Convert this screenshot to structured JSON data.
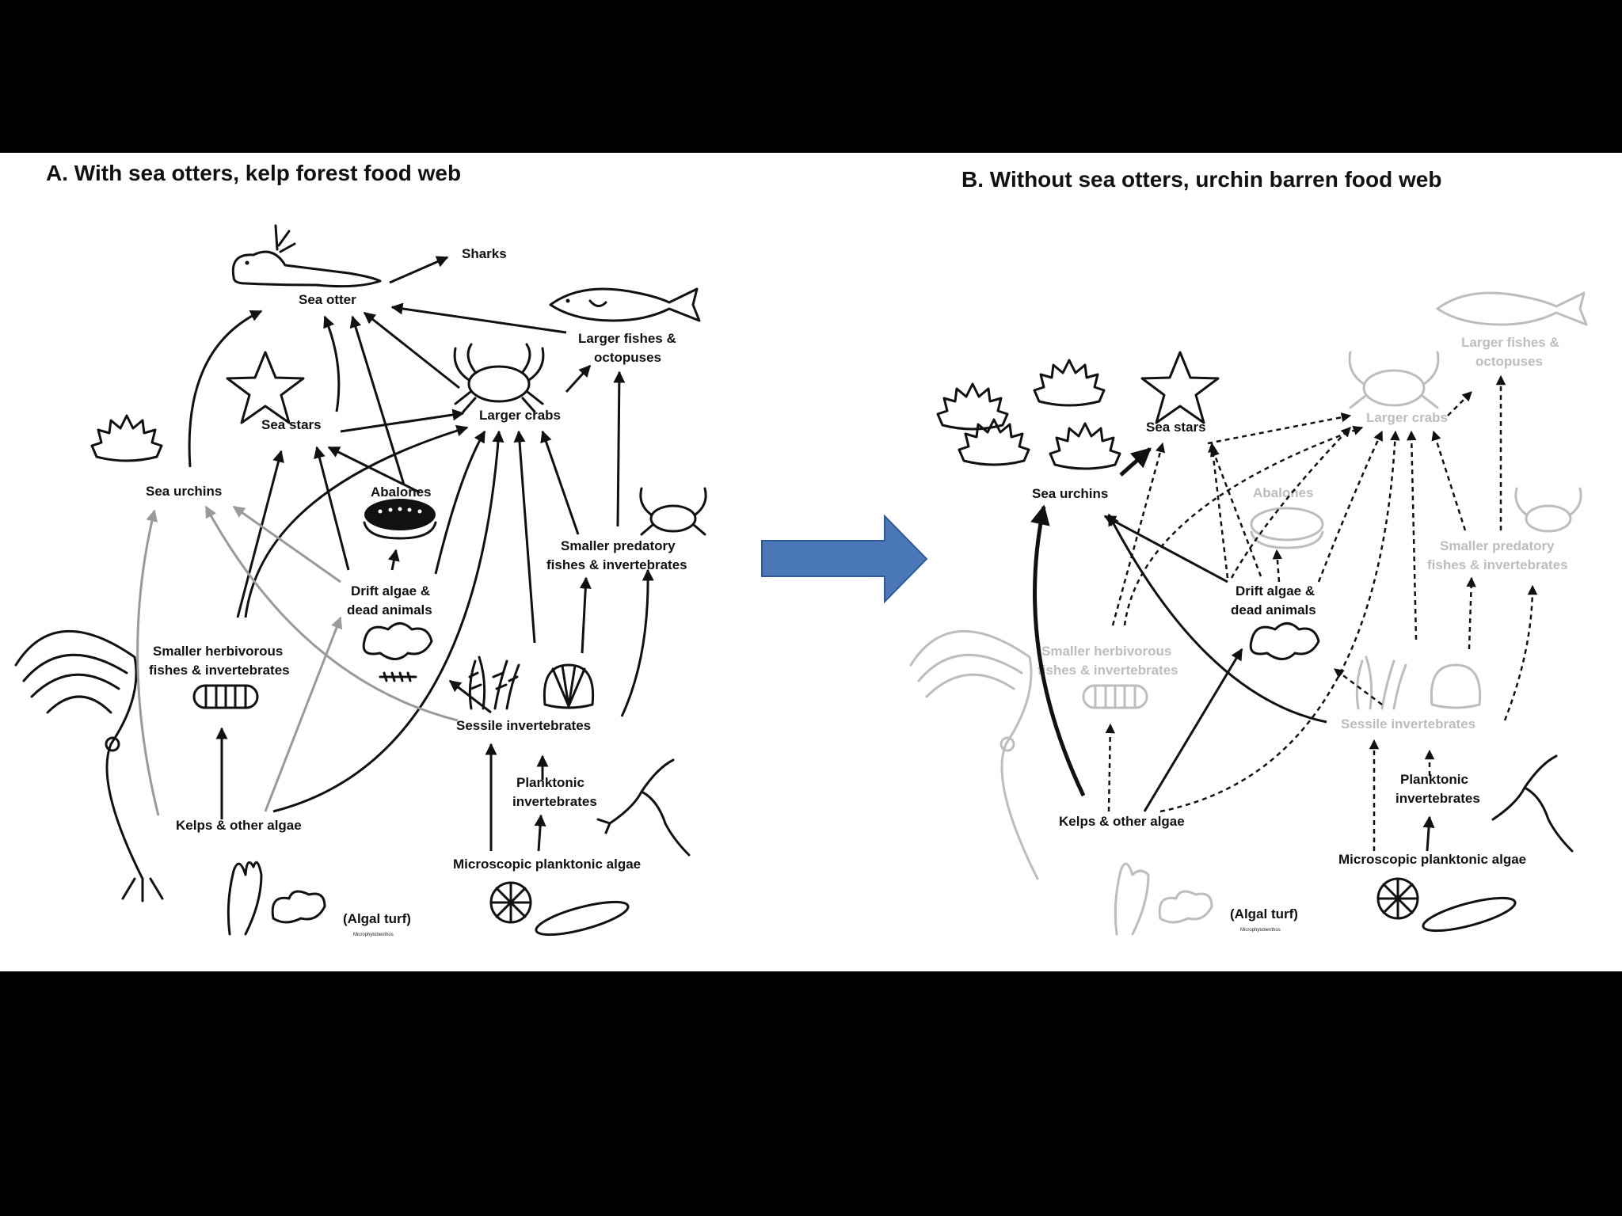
{
  "colors": {
    "background": "#000000",
    "panel": "#ffffff",
    "ink": "#111111",
    "faded": "#bdbdbd",
    "grey_arrow": "#9a9a9a",
    "transition_arrow": "#4a78b8"
  },
  "panel_a": {
    "title": "A.  With sea otters, kelp forest food web",
    "nodes": {
      "sharks": "Sharks",
      "sea_otter": "Sea otter",
      "larger_fishes_1": "Larger fishes &",
      "larger_fishes_2": "octopuses",
      "sea_stars": "Sea stars",
      "larger_crabs": "Larger crabs",
      "sea_urchins": "Sea urchins",
      "abalones": "Abalones",
      "smaller_predatory_1": "Smaller predatory",
      "smaller_predatory_2": "fishes & invertebrates",
      "drift_algae_1": "Drift algae &",
      "drift_algae_2": "dead animals",
      "smaller_herbivorous_1": "Smaller herbivorous",
      "smaller_herbivorous_2": "fishes & invertebrates",
      "sessile": "Sessile invertebrates",
      "planktonic_1": "Planktonic",
      "planktonic_2": "invertebrates",
      "kelps": "Kelps & other algae",
      "micro_algae": "Microscopic planktonic algae",
      "algal_turf": "(Algal turf)",
      "algal_turf_sub": "Microphytobenthos"
    }
  },
  "panel_b": {
    "title": "B.  Without sea otters, urchin barren food web",
    "nodes": {
      "larger_fishes_1": "Larger fishes &",
      "larger_fishes_2": "octopuses",
      "sea_stars": "Sea stars",
      "larger_crabs": "Larger crabs",
      "sea_urchins": "Sea urchins",
      "abalones": "Abalones",
      "smaller_predatory_1": "Smaller predatory",
      "smaller_predatory_2": "fishes & invertebrates",
      "drift_algae_1": "Drift algae &",
      "drift_algae_2": "dead animals",
      "smaller_herbivorous_1": "Smaller herbivorous",
      "smaller_herbivorous_2": "fishes & invertebrates",
      "sessile": "Sessile invertebrates",
      "planktonic_1": "Planktonic",
      "planktonic_2": "invertebrates",
      "kelps": "Kelps & other algae",
      "micro_algae": "Microscopic planktonic algae",
      "algal_turf": "(Algal turf)",
      "algal_turf_sub": "Microphytobenthos"
    }
  },
  "icons": {
    "otter": "sea-otter-icon",
    "shark_fish": "fish-icon",
    "crab": "crab-icon",
    "star": "sea-star-icon",
    "urchin": "sea-urchin-icon",
    "abalone": "abalone-icon",
    "kelp": "kelp-icon",
    "shell": "scallop-shell-icon",
    "diatom": "diatom-icon",
    "arrow": "right-arrow-icon"
  }
}
